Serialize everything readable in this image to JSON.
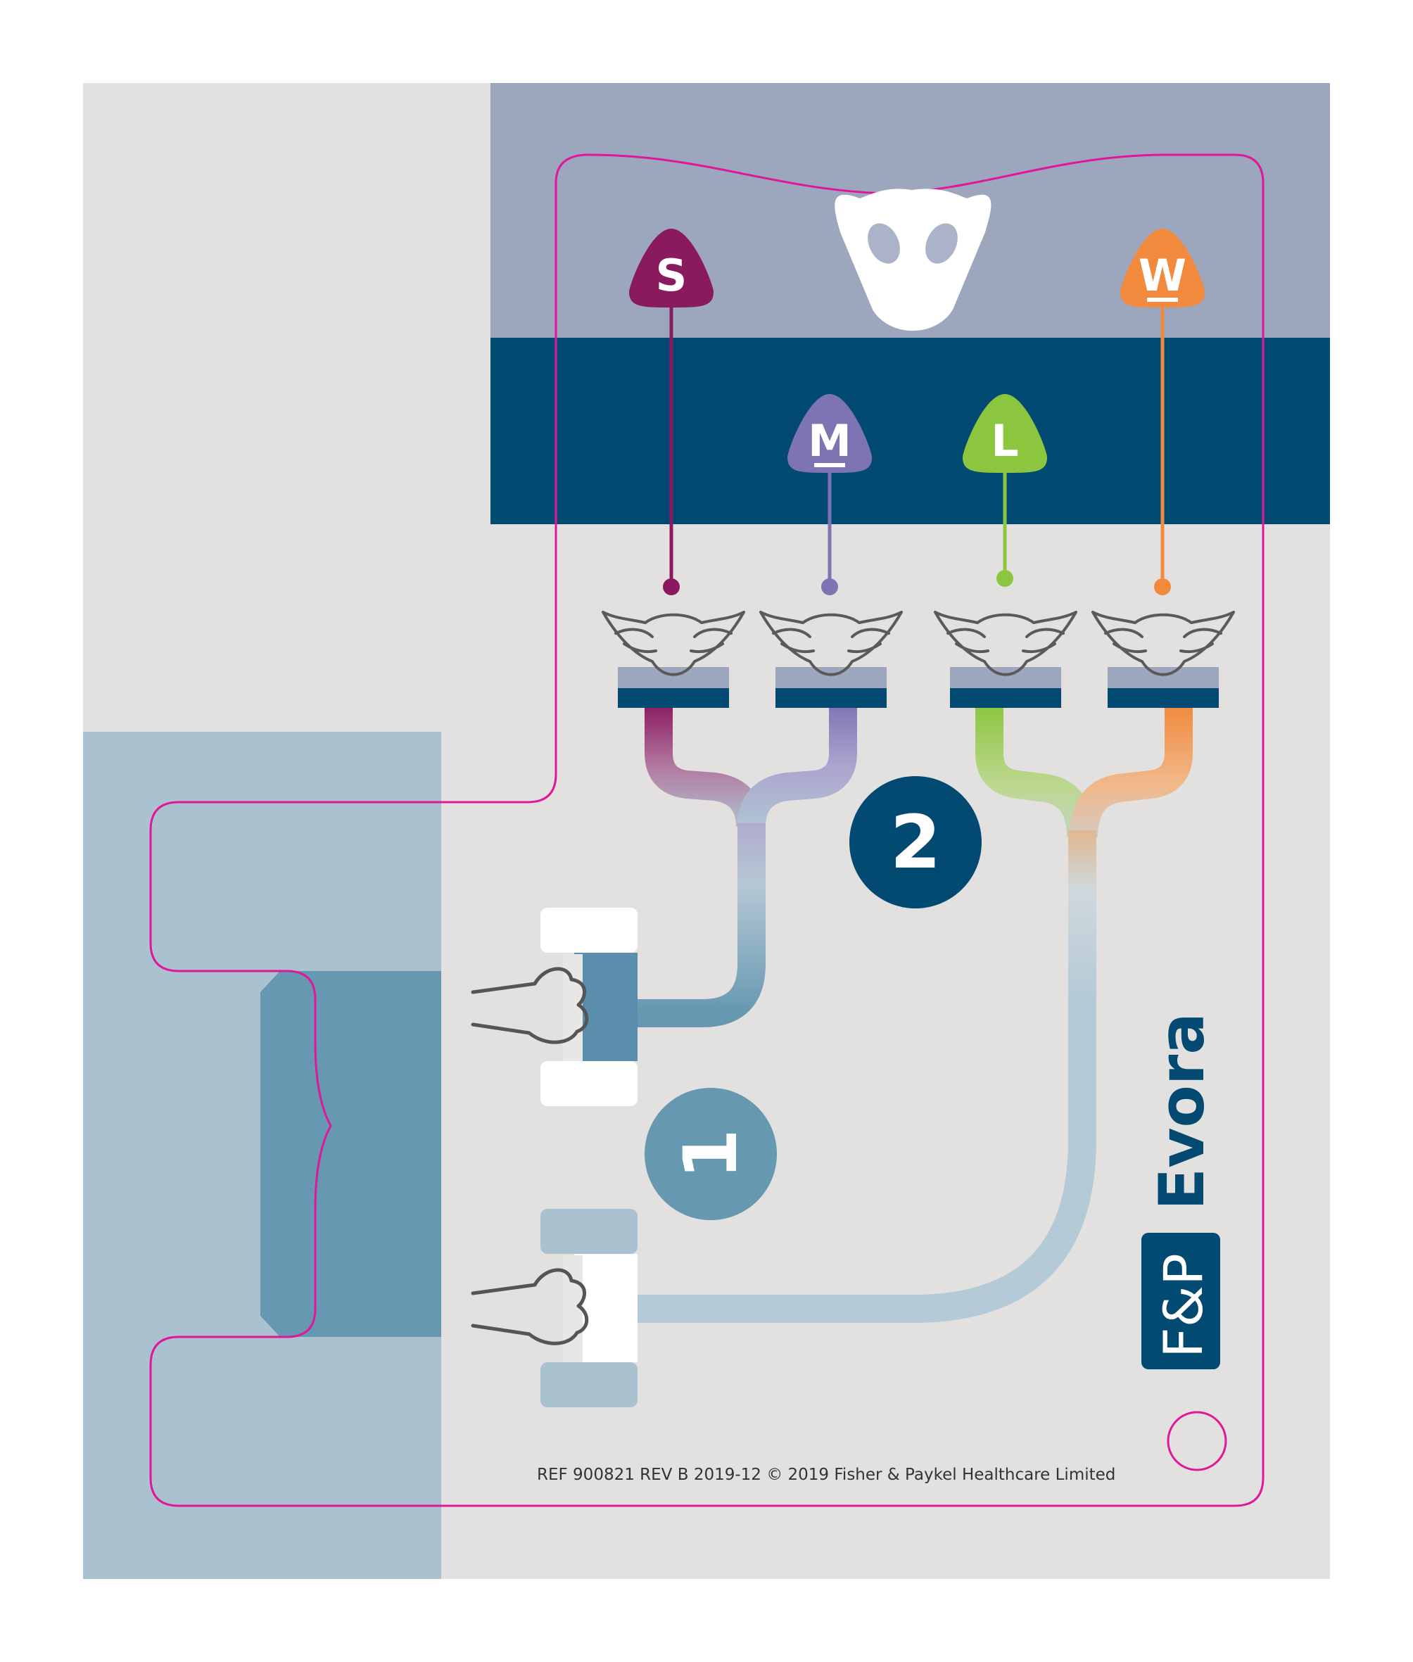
{
  "sizes": [
    {
      "id": "s",
      "letter": "S",
      "underline": false,
      "color": "#8a1a5e"
    },
    {
      "id": "m",
      "letter": "M",
      "underline": true,
      "color": "#7f74b3"
    },
    {
      "id": "l",
      "letter": "L",
      "underline": false,
      "color": "#8cc63f"
    },
    {
      "id": "w",
      "letter": "W",
      "underline": true,
      "color": "#f18a3d"
    }
  ],
  "steps": {
    "step_1": "1",
    "step_2": "2"
  },
  "brand": {
    "logo_text": "F&P",
    "product_name": "Evora"
  },
  "footer": {
    "reference": "REF 900821 REV B 2019-12 © 2019 Fisher & Paykel Healthcare Limited"
  },
  "colors": {
    "panel_bg": "#e3e1e0",
    "top_band": "#9ca6bd",
    "navy_band": "#034a72",
    "left_blue": "#aac2cf",
    "steel_blue": "#6698b1",
    "die_cut_line": "#e0169b",
    "tube_light": "#b4cad6"
  }
}
